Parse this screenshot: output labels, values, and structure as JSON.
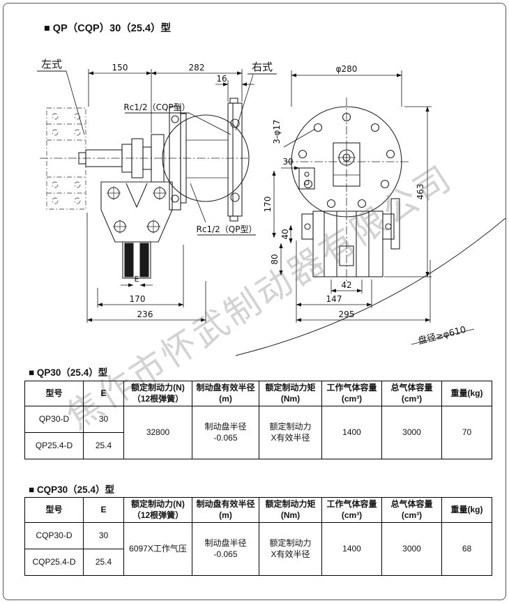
{
  "page": {
    "title": "■ QP（CQP）30（25.4）型",
    "watermark": "焦作市怀武制动器有限公司"
  },
  "drawing": {
    "labels": {
      "left_type": "左式",
      "right_type": "右式",
      "rc_cqp": "Rc1/2（CQP型）",
      "rc_qp": "Rc1/2（QP型）",
      "disc_dia": "盘径≥φ610"
    },
    "dims": {
      "d150": "150",
      "d282": "282",
      "d16": "16",
      "dE": "E",
      "d170L": "170",
      "d236": "236",
      "phi280": "φ280",
      "bolt": "3-φ17",
      "d30": "30",
      "d170R": "170",
      "d40": "40",
      "d80": "80",
      "d42": "42",
      "d147": "147",
      "d295": "295",
      "d463": "463"
    }
  },
  "tables": [
    {
      "title": "■ QP30（25.4）型",
      "headers": [
        "型号",
        "E",
        "额定制动力(N)\n（12根弹簧）",
        "制动盘有效半径\n(m)",
        "额定制动力矩\n(Nm)",
        "工作气体容量\n(cm³)",
        "总气体容量\n(cm³)",
        "重量(kg)"
      ],
      "rows": [
        {
          "model": "QP30-D",
          "e": "30"
        },
        {
          "model": "QP25.4-D",
          "e": "25.4"
        }
      ],
      "merged": {
        "force": "32800",
        "radius": "制动盘半径\n-0.065",
        "torque": "额定制动力\nX有效半径",
        "working_vol": "1400",
        "total_vol": "3000",
        "weight": "70"
      }
    },
    {
      "title": "■ CQP30（25.4）型",
      "headers": [
        "型号",
        "E",
        "额定制动力(N)\n（12根弹簧）",
        "制动盘有效半径\n(m)",
        "额定制动力矩\n(Nm)",
        "工作气体容量\n(cm³)",
        "总气体容量\n(cm³)",
        "重量(kg)"
      ],
      "rows": [
        {
          "model": "CQP30-D",
          "e": "30"
        },
        {
          "model": "CQP25.4-D",
          "e": "25.4"
        }
      ],
      "merged": {
        "force": "6097X工作气压",
        "radius": "制动盘半径\n-0.065",
        "torque": "额定制动力\nX有效半径",
        "working_vol": "1400",
        "total_vol": "3000",
        "weight": "68"
      }
    }
  ]
}
